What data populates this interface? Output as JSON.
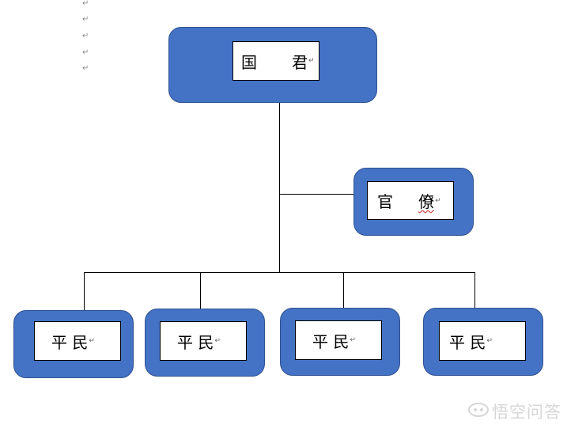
{
  "document": {
    "paragraph_marks": [
      "↵",
      "↵",
      "↵",
      "↵",
      "↵"
    ]
  },
  "org_chart": {
    "top": {
      "left_char": "国",
      "right_char": "君",
      "mark": "↵"
    },
    "middle": {
      "left_char": "官",
      "right_char": "僚",
      "mark": "↵"
    },
    "bottom": [
      {
        "text": "平 民",
        "mark": "↵"
      },
      {
        "text": "平 民",
        "mark": "↵"
      },
      {
        "text": "平 民",
        "mark": "↵"
      },
      {
        "text": "平 民",
        "mark": "↵"
      }
    ]
  },
  "colors": {
    "node_fill": "#4472C4",
    "node_border": "#2F528F",
    "connector": "#000000"
  },
  "watermark": {
    "text": "悟空问答",
    "icon": "wukong-logo-icon"
  }
}
